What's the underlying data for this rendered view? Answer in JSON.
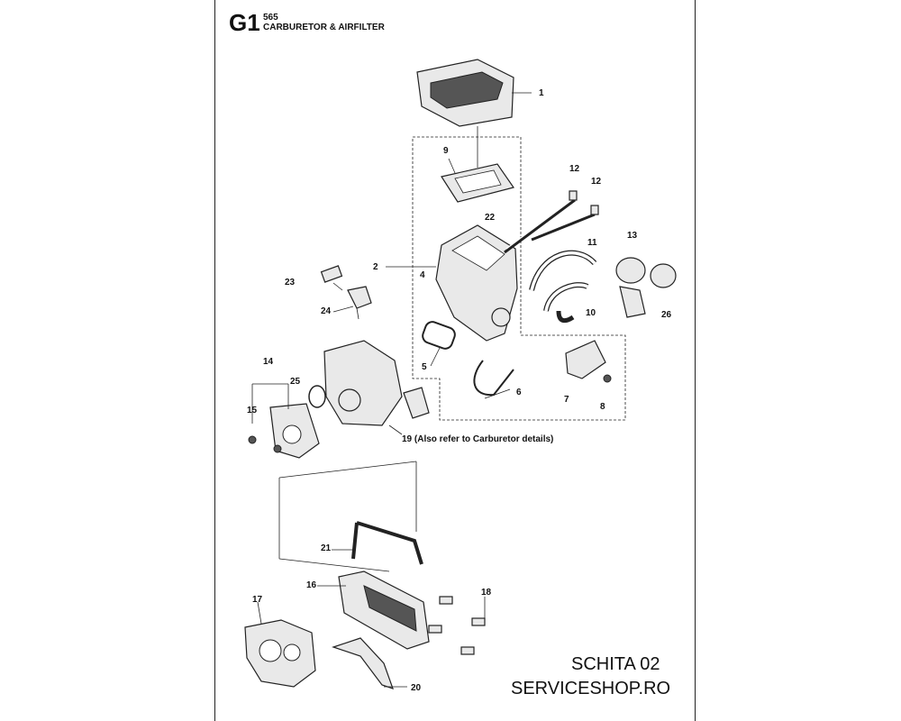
{
  "header": {
    "code": "G1",
    "model": "565",
    "title": "CARBURETOR & AIRFILTER"
  },
  "callouts": [
    "1",
    "2",
    "4",
    "5",
    "6",
    "7",
    "8",
    "9",
    "10",
    "11",
    "12",
    "12",
    "13",
    "14",
    "15",
    "16",
    "17",
    "18",
    "19 (Also refer to Carburetor details)",
    "20",
    "21",
    "22",
    "23",
    "24",
    "25",
    "26"
  ],
  "footer": {
    "line1": "SCHITA 02",
    "line2": "SERVICESHOP.RO"
  }
}
